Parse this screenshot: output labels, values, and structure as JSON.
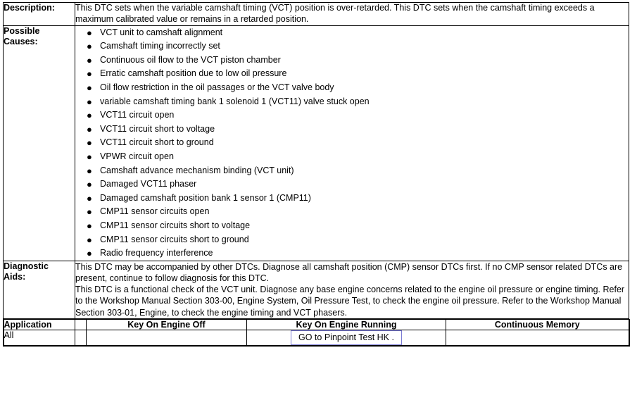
{
  "document": {
    "type": "dtc-diagnostic-table"
  },
  "rows": {
    "description": {
      "label": "Description:",
      "text": "This DTC sets when the variable camshaft timing (VCT) position is over-retarded. This DTC sets when the camshaft timing exceeds a maximum calibrated value or remains in a retarded position."
    },
    "possible_causes": {
      "label": "Possible\nCauses:",
      "bullet_glyph": "●",
      "items": [
        "VCT unit to camshaft alignment",
        "Camshaft timing incorrectly set",
        "Continuous oil flow to the VCT piston chamber",
        "Erratic camshaft position due to low oil pressure",
        "Oil flow restriction in the oil passages or the VCT valve body",
        "variable camshaft timing bank 1 solenoid 1 (VCT11) valve stuck open",
        "VCT11 circuit open",
        "VCT11 circuit short to voltage",
        "VCT11 circuit short to ground",
        "VPWR circuit open",
        "Camshaft advance mechanism binding (VCT unit)",
        "Damaged VCT11 phaser",
        "Damaged camshaft position bank 1 sensor 1 (CMP11)",
        "CMP11 sensor circuits open",
        "CMP11 sensor circuits short to voltage",
        "CMP11 sensor circuits short to ground",
        "Radio frequency interference"
      ]
    },
    "diagnostic_aids": {
      "label": "Diagnostic\nAids:",
      "paragraph_1": "This DTC may be accompanied by other DTCs. Diagnose all camshaft position (CMP) sensor DTCs first. If no CMP sensor related DTCs are present, continue to follow diagnosis for this DTC.",
      "paragraph_2": "This DTC is a functional check of the VCT unit. Diagnose any base engine concerns related to the engine oil pressure or engine timing. Refer to the Workshop Manual Section 303-00, Engine System, Oil Pressure Test, to check the engine oil pressure. Refer to the Workshop Manual Section 303-01, Engine, to check the engine timing and VCT phasers."
    }
  },
  "application_table": {
    "headers": {
      "application": "Application",
      "spacer": "",
      "key_on_engine_off": "Key On Engine Off",
      "key_on_engine_running": "Key On Engine Running",
      "continuous_memory": "Continuous Memory"
    },
    "row": {
      "application": "All",
      "spacer": "",
      "key_on_engine_off": "",
      "key_on_engine_running": "GO to Pinpoint Test HK .",
      "continuous_memory": ""
    }
  },
  "colors": {
    "highlight_border": "#7c7cd4",
    "table_border": "#000000",
    "text": "#000000",
    "background": "#ffffff"
  }
}
